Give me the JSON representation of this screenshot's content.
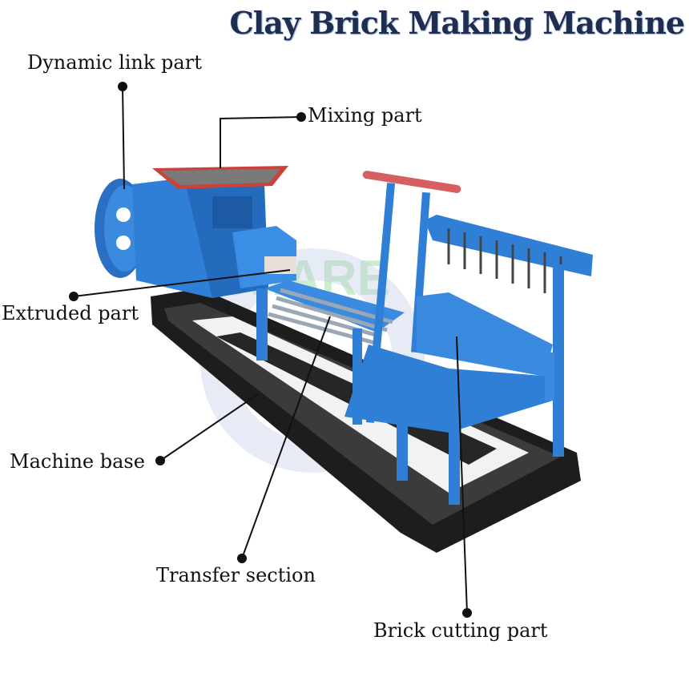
{
  "title": "Clay Brick Making Machine",
  "watermark": "SHARE",
  "colors": {
    "machine_blue": "#2f7fd6",
    "hopper_red": "#c8443a",
    "base_black": "#1d1d1d",
    "title_navy": "#1f2e4f"
  },
  "labels": {
    "dynamic_link": "Dynamic link part",
    "mixing": "Mixing part",
    "extruded": "Extruded part",
    "machine_base": "Machine base",
    "transfer": "Transfer section",
    "brick_cutting": "Brick cutting part"
  }
}
